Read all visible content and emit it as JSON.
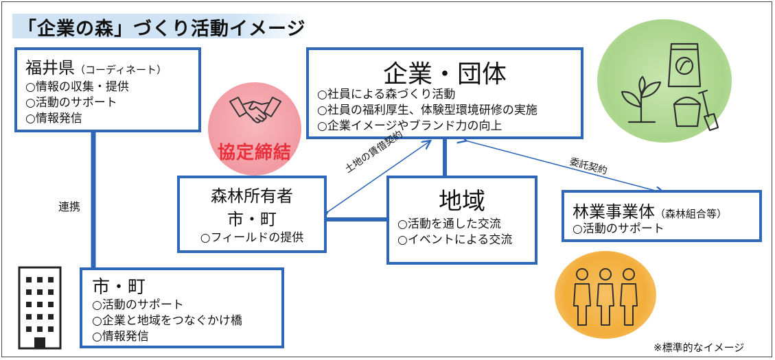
{
  "title": "「企業の森」づくり活動イメージ",
  "fukui": {
    "name": "福井県",
    "sub": "（コーディネート）",
    "items": [
      "○情報の収集・提供",
      "○活動のサポート",
      "○情報発信"
    ]
  },
  "company": {
    "name": "企業・団体",
    "items": [
      "○社員による森づくり活動",
      "○社員の福利厚生、体験型環境研修の実施",
      "○企業イメージやブランド力の向上"
    ]
  },
  "agreement": "協定締結",
  "owner": {
    "line1": "森林所有者",
    "line2": "市・町",
    "items": [
      "○フィールドの提供"
    ]
  },
  "region": {
    "name": "地域",
    "items": [
      "○活動を通した交流",
      "○イベントによる交流"
    ]
  },
  "forestry": {
    "name": "林業事業体",
    "sub": "（森林組合等）",
    "items": [
      "○活動のサポート"
    ]
  },
  "city": {
    "name": "市・町",
    "items": [
      "○活動のサポート",
      "○企業と地域をつなぐかけ橋",
      "○情報発信"
    ]
  },
  "labels": {
    "renkei": "連携",
    "lease": "土地の賃借契約",
    "consign": "委託契約"
  },
  "note": "※標準的なイメージ",
  "colors": {
    "box_border": "#2f67b8",
    "agreement_bg": "#f4a4ab",
    "agreement_text": "#e8303c",
    "green_bubble": "#a9d48a",
    "orange_bubble": "#f3ae3b"
  }
}
